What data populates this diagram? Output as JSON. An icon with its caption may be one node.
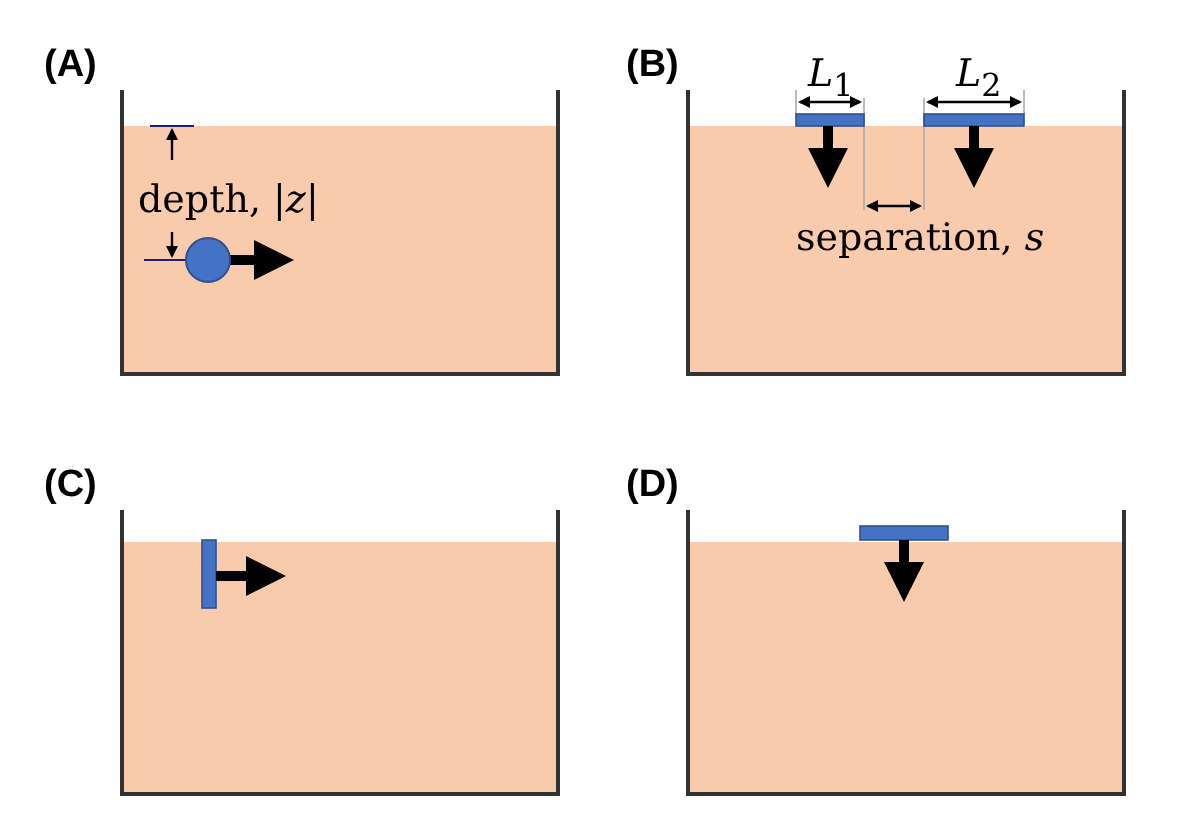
{
  "diagram": {
    "labels": [
      "(A)",
      "depth, |*z*|",
      "(B)",
      "*L*$_{1}$",
      "*L*$_{2}$",
      "separation, *s*",
      "(C)",
      "(D)"
    ]
  }
}
